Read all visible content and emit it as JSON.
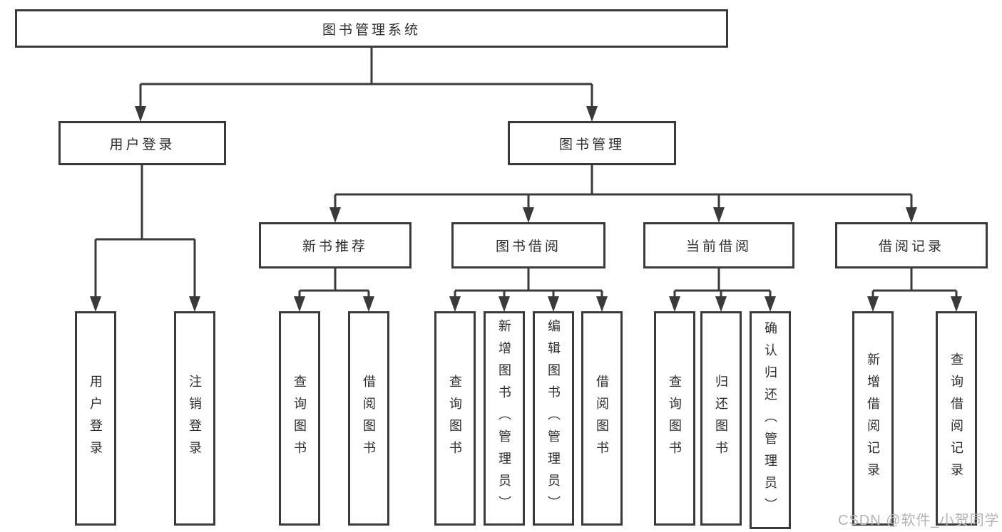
{
  "diagram": {
    "root": "图书管理系统",
    "level1": [
      "用户登录",
      "图书管理"
    ],
    "level2": [
      "新书推荐",
      "图书借阅",
      "当前借阅",
      "借阅记录"
    ],
    "leaves": {
      "user_login": [
        "用户登录",
        "注销登录"
      ],
      "new_book": [
        "查询图书",
        "借阅图书"
      ],
      "borrow": [
        "查询图书",
        "新增图书（管理员）",
        "编辑图书（管理员）",
        "借阅图书"
      ],
      "current": [
        "查询图书",
        "归还图书",
        "确认归还（管理员）"
      ],
      "records": [
        "新增借阅记录",
        "查询借阅记录"
      ]
    }
  },
  "watermark": "CSDN @软件_小贺同学",
  "colors": {
    "line": "#3a3a3a",
    "text": "#2d2d2d",
    "watermark": "#b3b3b3",
    "background": "#ffffff"
  }
}
